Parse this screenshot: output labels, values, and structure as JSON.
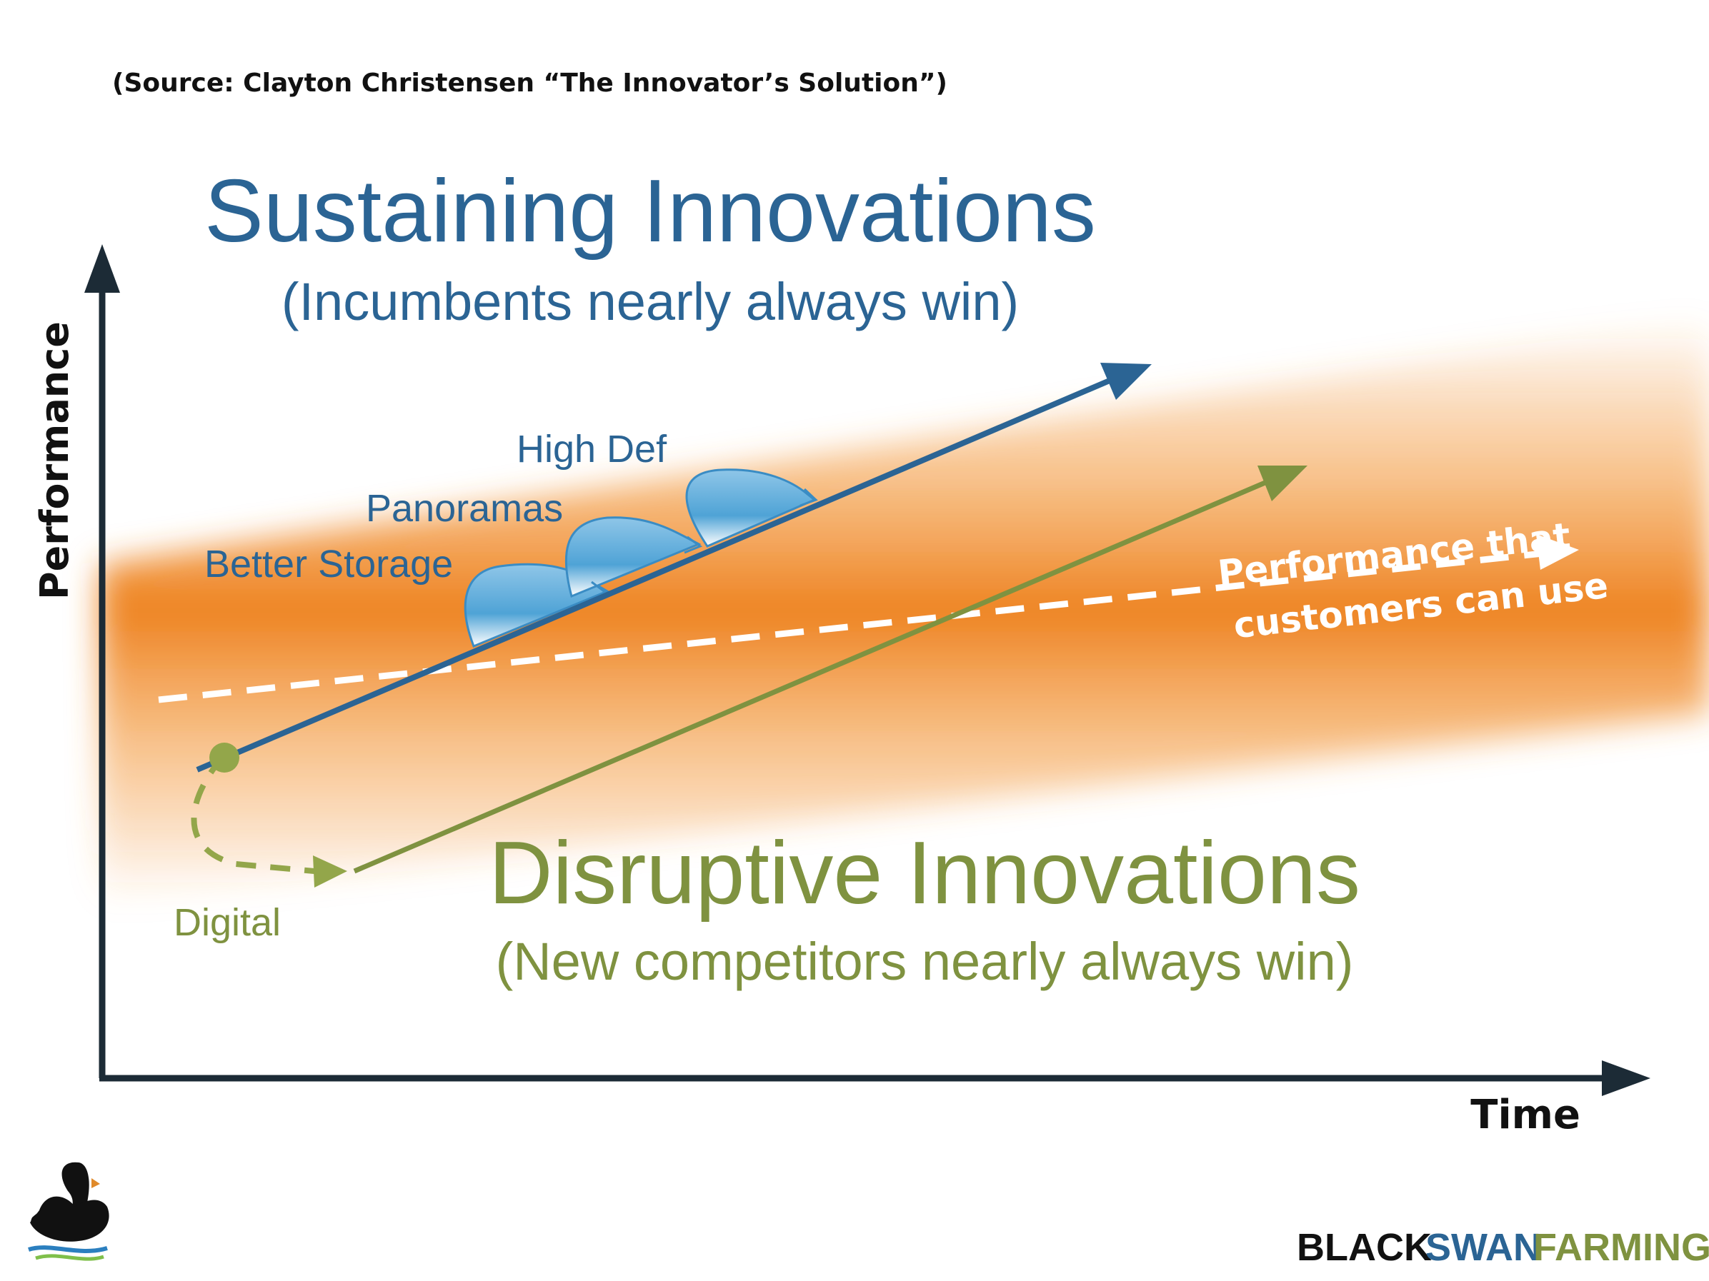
{
  "source": "(Source: Clayton Christensen “The Innovator’s Solution”)",
  "sustaining": {
    "title": "Sustaining Innovations",
    "subtitle": "(Incumbents nearly always win)"
  },
  "disruptive": {
    "title": "Disruptive Innovations",
    "subtitle": "(New competitors nearly always win)"
  },
  "axes": {
    "y_label": "Performance",
    "x_label": "Time"
  },
  "steps": {
    "high_def": "High Def",
    "panoramas": "Panoramas",
    "better_storage": "Better Storage"
  },
  "digital_label": "Digital",
  "customer_line": {
    "line1": "Performance that",
    "line2": "customers can use"
  },
  "brand": {
    "word1": "BLACK",
    "word2": "SWAN",
    "word3": "FARMING"
  },
  "colors": {
    "sustaining_blue": "#2b6494",
    "disruptive_green": "#7f9240",
    "performance_band_orange": "#f08a2a",
    "axis": "#1c2b36"
  }
}
